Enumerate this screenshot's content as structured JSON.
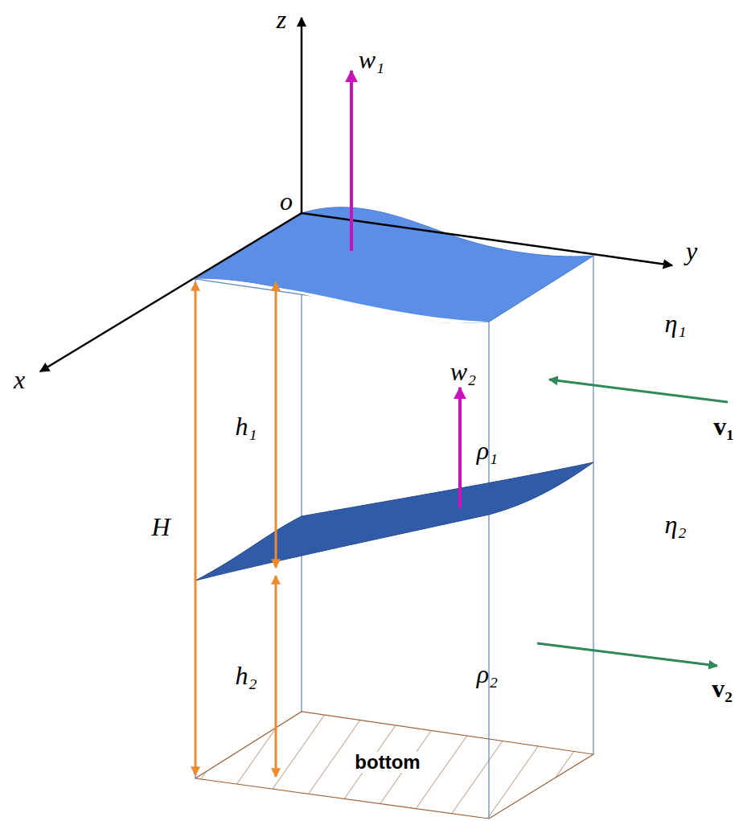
{
  "diagram": {
    "labels": [
      "z",
      "w₁",
      "o",
      "y",
      "η₁",
      "x",
      "w₂",
      "v₁",
      "h₁",
      "ρ₁",
      "H",
      "η₂",
      "ρ₂",
      "v₂",
      "h₂",
      "bottom"
    ]
  }
}
